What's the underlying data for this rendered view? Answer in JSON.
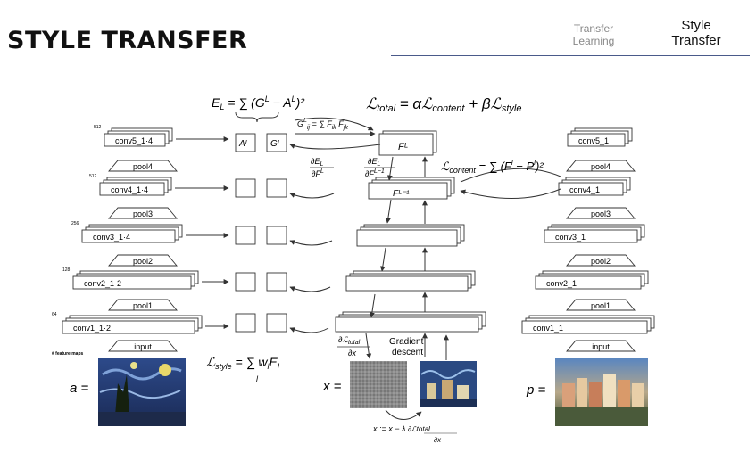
{
  "page": {
    "title": "STYLE TRANSFER"
  },
  "tabs": [
    {
      "line1": "Transfer",
      "line2": "Learning",
      "active": false
    },
    {
      "line1": "Style",
      "line2": "Transfer",
      "active": true
    }
  ],
  "figure": {
    "left_network": {
      "convs": [
        {
          "label": "conv5_",
          "sub": "1",
          "sup_sub": "4",
          "channels": "512"
        },
        {
          "label": "conv4_",
          "sub": "1",
          "sup_sub": "4",
          "channels": "512"
        },
        {
          "label": "conv3_",
          "sub": "1",
          "sup_sub": "4",
          "channels": "256"
        },
        {
          "label": "conv2_",
          "sub": "1",
          "sup_sub": "2",
          "channels": "128"
        },
        {
          "label": "conv1_",
          "sub": "1",
          "sup_sub": "2",
          "channels": "64"
        }
      ],
      "pools": [
        "pool4",
        "pool3",
        "pool2",
        "pool1"
      ],
      "input_label": "input",
      "feature_maps_label": "# feature maps",
      "image_var": "a =",
      "image_desc": "starry-night-painting"
    },
    "right_network": {
      "convs": [
        "conv5_",
        "conv4_",
        "conv3_",
        "conv2_",
        "conv1_"
      ],
      "pools": [
        "pool4",
        "pool3",
        "pool2",
        "pool1"
      ],
      "input_label": "input",
      "image_var": "p =",
      "image_desc": "riverside-town-photo"
    },
    "middle": {
      "x_var": "x =",
      "gradient_label_1": "Gradient",
      "gradient_label_2": "descent",
      "F_L": "F",
      "F_L_sup": "L",
      "F_L1_sup": "L−1",
      "A_L": "A",
      "G_L": "G",
      "update_rule": "x := x − λ ∂L_total / ∂x"
    },
    "equations": {
      "E_L": "E_L = ∑ (G^L − A^L)²",
      "G_ij": "G_ij = ∑ F_ik F_jk",
      "L_total": "ℒtotal = αℒcontent + βℒstyle",
      "L_content": "ℒcontent = ∑ (F^l − P^l)²",
      "L_style": "ℒstyle = ∑ w_l E_l",
      "dE_dF": "∂E_L / ∂F^L",
      "dE_dF1": "∂E_L / ∂F^(L−1)",
      "dL_dx": "∂ℒtotal / ∂x"
    }
  }
}
